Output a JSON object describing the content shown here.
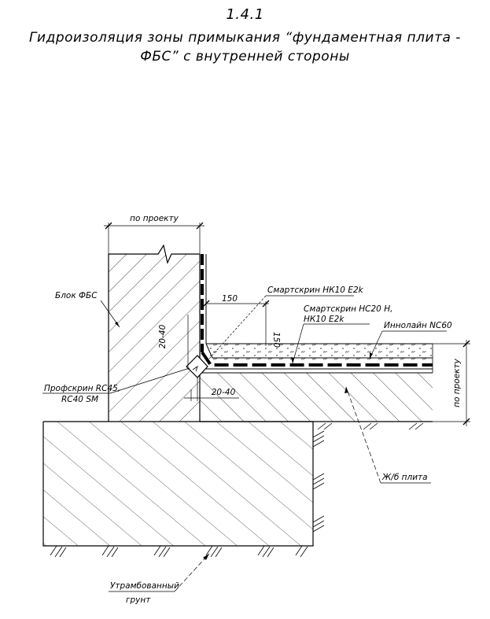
{
  "header": {
    "number": "1.4.1",
    "title_line1": "Гидроизоляция зоны примыкания “фундаментная плита -",
    "title_line2": "ФБС” с внутренней стороны"
  },
  "labels": {
    "po_proektu_top": "по проекту",
    "blok_fbs": "Блок ФБС",
    "dim_150_horiz": "150",
    "dim_150_vert": "150",
    "dim_20_40_vert": "20-40",
    "dim_20_40_horiz": "20-40",
    "smartskrin_nk10": "Смартскрин НК10 Е2k",
    "smartskrin_ns20_line1": "Смартскрин НС20 Н,",
    "smartskrin_ns20_line2": "НК10 Е2k",
    "innolain": "Иннолайн NC60",
    "profskrin_line1": "Профскрин RC45,",
    "profskrin_line2": "RC40 SM",
    "po_proektu_right": "по проекту",
    "zhb_plita": "Ж/б плита",
    "grunt_line1": "Утрамбованный",
    "grunt_line2": "грунт"
  }
}
